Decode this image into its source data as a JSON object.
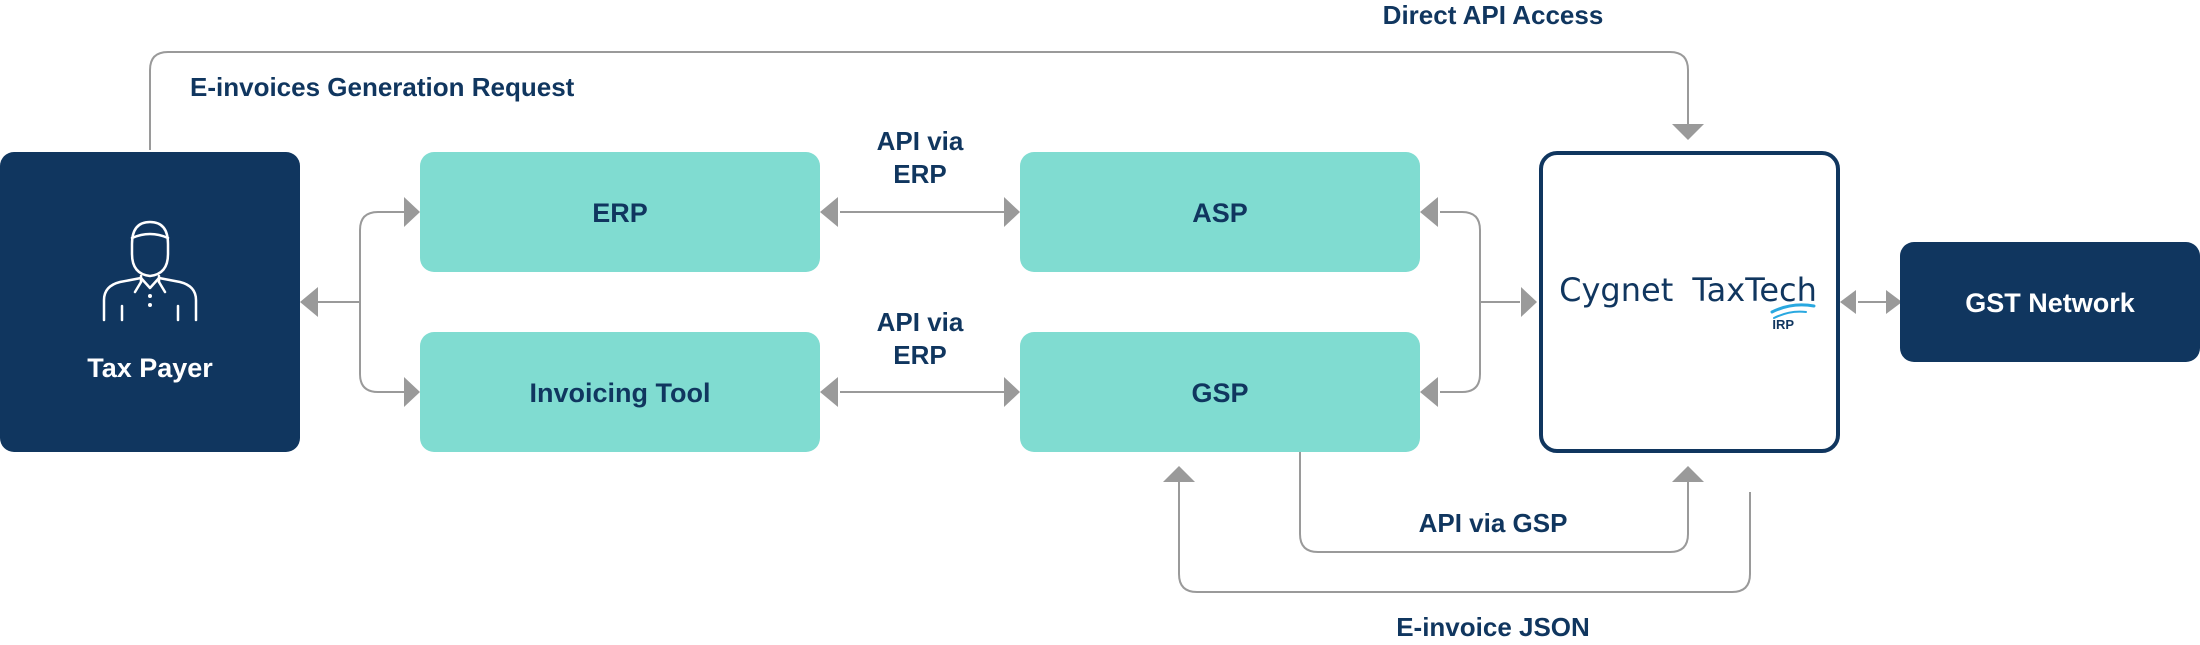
{
  "colors": {
    "navy": "#10365f",
    "teal": "#80dcd1",
    "arrow": "#9a9a9a",
    "white": "#ffffff",
    "logo_accent": "#29a8e0"
  },
  "nodes": {
    "tax_payer": {
      "label": "Tax Payer",
      "icon": "person-icon"
    },
    "erp": {
      "label": "ERP"
    },
    "invoicing_tool": {
      "label": "Invoicing Tool"
    },
    "asp": {
      "label": "ASP"
    },
    "gsp": {
      "label": "GSP"
    },
    "irp": {
      "brand_primary": "Cygnet",
      "brand_secondary": "TaxTech",
      "tag": "IRP"
    },
    "gst_network": {
      "label": "GST Network"
    }
  },
  "edges": {
    "direct_api_access": "Direct API Access",
    "einvoice_generation_request": "E-invoices Generation Request",
    "api_via_erp_top": [
      "API via",
      "ERP"
    ],
    "api_via_erp_bottom": [
      "API via",
      "ERP"
    ],
    "api_via_gsp": "API via GSP",
    "einvoice_json": "E-invoice JSON"
  }
}
